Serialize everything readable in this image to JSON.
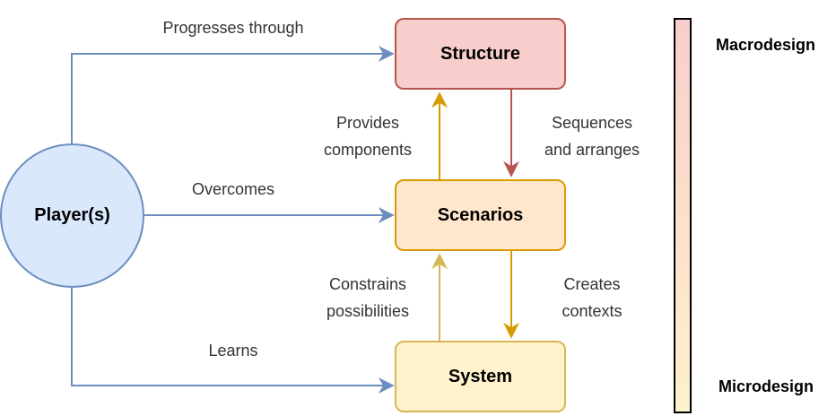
{
  "nodes": {
    "structure": {
      "label": "Structure",
      "fill": "#f8cecc",
      "stroke": "#b85450"
    },
    "scenarios": {
      "label": "Scenarios",
      "fill": "#ffe6cc",
      "stroke": "#d79b00"
    },
    "system": {
      "label": "System",
      "fill": "#fff2cc",
      "stroke": "#d6b656"
    },
    "players": {
      "label": "Player(s)",
      "fill": "#dae8fc",
      "stroke": "#6c8ebf"
    }
  },
  "edges": {
    "progresses_through": "Progresses through",
    "overcomes": "Overcomes",
    "learns": "Learns",
    "provides_components": "Provides\ncomponents",
    "sequences_and_arranges": "Sequences\nand arranges",
    "constrains_possibilities": "Constrains\npossibilities",
    "creates_contexts": "Creates\ncontexts"
  },
  "edge_colors": {
    "player": "#6c8ebf",
    "provides": "#d79b00",
    "sequences": "#b85450",
    "constrains": "#d6b656",
    "creates": "#d79b00"
  },
  "scale": {
    "top_label": "Macrodesign",
    "bottom_label": "Microdesign",
    "gradient_top": "#f8cecc",
    "gradient_bottom": "#fff2cc"
  }
}
